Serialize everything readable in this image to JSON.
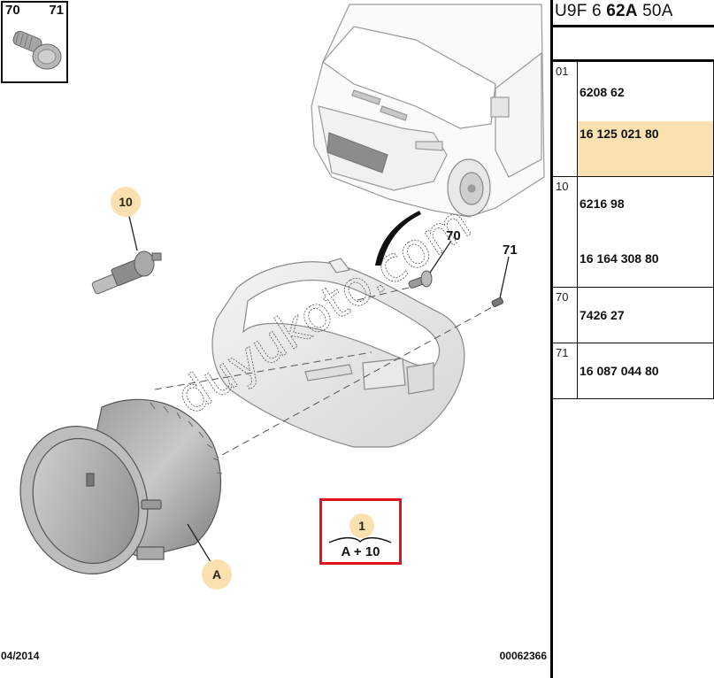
{
  "diagram": {
    "thumbnail": {
      "labels": [
        "70",
        "71"
      ],
      "icon": "screw-icon"
    },
    "callouts": {
      "bulb": "10",
      "screw_70": "70",
      "screw_71": "71",
      "fog_lamp": "A"
    },
    "legend": {
      "number": "1",
      "formula": "A + 10"
    },
    "watermark": "duyukoto.com",
    "footer": {
      "date": "04/2014",
      "drawing_number": "00062366"
    }
  },
  "panel": {
    "code_prefix": "U9F 6 ",
    "code_bold": "62A",
    "code_suffix": " 50A",
    "highlight_color": "#fbe0b0",
    "rows": [
      {
        "index": "01",
        "refs": [
          "6208 62",
          "16 125 021 80"
        ],
        "highlighted_ref": 1
      },
      {
        "index": "10",
        "refs": [
          "6216 98",
          "16 164 308 80"
        ],
        "highlighted_ref": -1
      },
      {
        "index": "70",
        "refs": [
          "7426 27"
        ],
        "highlighted_ref": -1
      },
      {
        "index": "71",
        "refs": [
          "16 087 044 80"
        ],
        "highlighted_ref": -1
      }
    ]
  }
}
